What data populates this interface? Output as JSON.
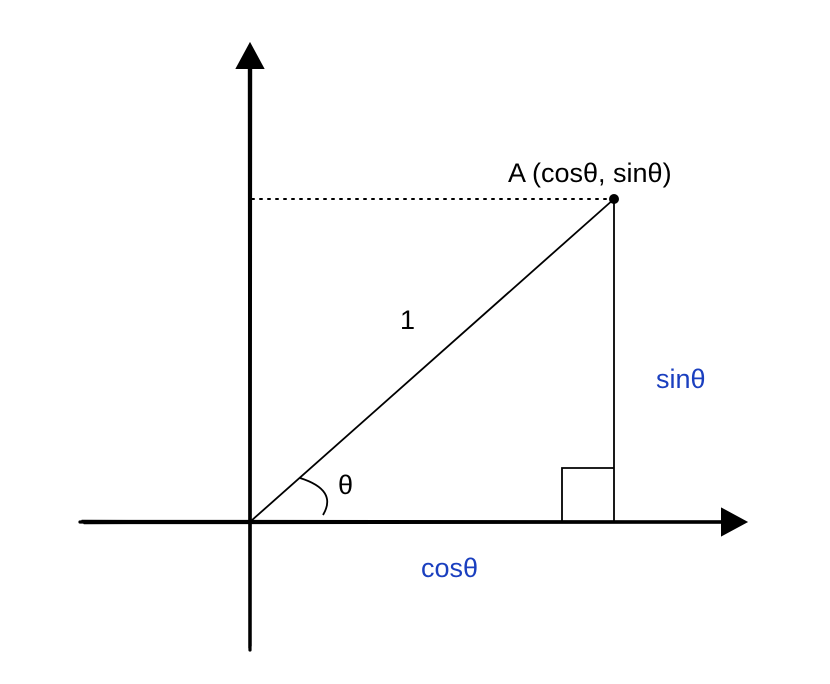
{
  "labels": {
    "point": "A (cosθ, sinθ)",
    "hypotenuse": "1",
    "angle": "θ",
    "opposite": "sinθ",
    "adjacent": "cosθ"
  },
  "colors": {
    "ink": "#000000",
    "accent": "#1a3fbf"
  }
}
